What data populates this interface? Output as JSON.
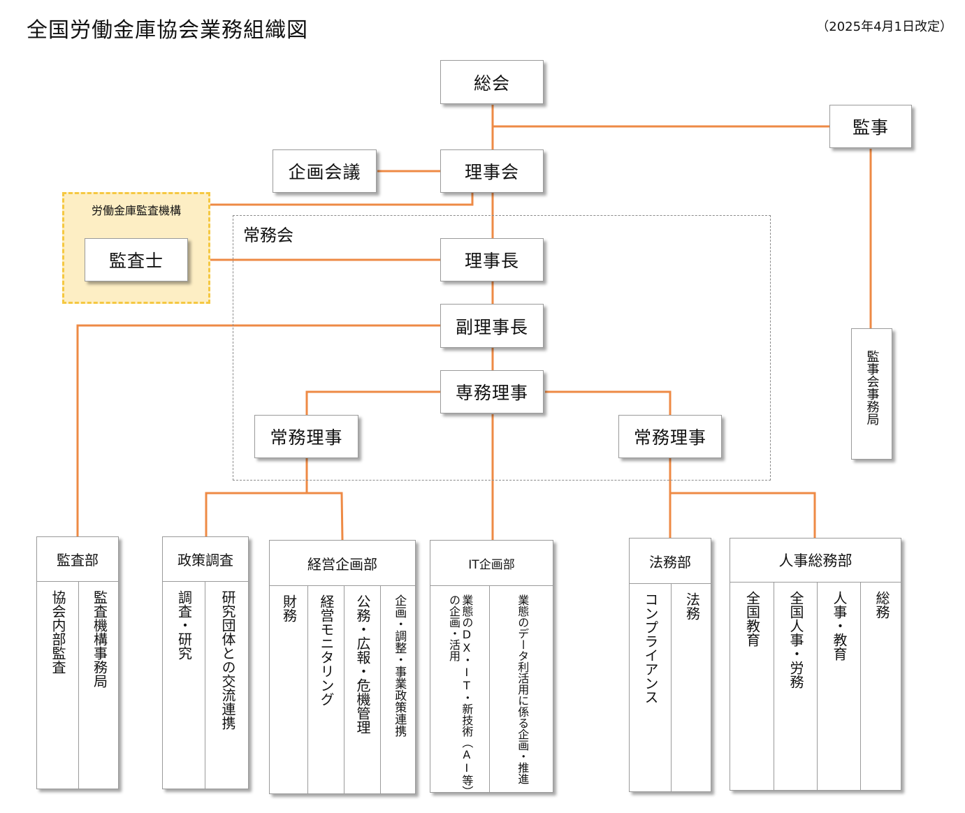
{
  "title": "全国労働金庫協会業務組織図",
  "date": "（2025年4月1日改定）",
  "colors": {
    "line": "#ee8a45",
    "audit_bg": "#fdeec4",
    "audit_border": "#f5c842"
  },
  "nodes": {
    "sokai": "総会",
    "kanji": "監事",
    "kikaku_kaigi": "企画会議",
    "rijikai": "理事会",
    "audit_org": "労働金庫監査機構",
    "kansashi": "監査士",
    "jomukai": "常務会",
    "rijicho": "理事長",
    "fuku_rijicho": "副理事長",
    "senmu": "専務理事",
    "jomu_left": "常務理事",
    "jomu_right": "常務理事",
    "kanjikai_office": "監事会事務局"
  },
  "departments": {
    "kansa": {
      "name": "監査部",
      "items": [
        "協会内部監査",
        "監査機構事務局"
      ]
    },
    "seisaku": {
      "name": "政策調査",
      "items": [
        "調査・研究",
        "研究団体との交流連携"
      ]
    },
    "keiei": {
      "name": "経営企画部",
      "items": [
        "財務",
        "経営モニタリング",
        "公務・広報・危機管理",
        "企画・調整・事業政策連携"
      ]
    },
    "it": {
      "name": "IT企画部",
      "items": [
        "業態のDX・IT・新技術（AI等）の企画・活用",
        "業態のデータ利活用に係る企画・推進"
      ]
    },
    "homu": {
      "name": "法務部",
      "items": [
        "コンプライアンス",
        "法務"
      ]
    },
    "jinji": {
      "name": "人事総務部",
      "items": [
        "全国教育",
        "全国人事・労務",
        "人事・教育",
        "総務"
      ]
    }
  }
}
